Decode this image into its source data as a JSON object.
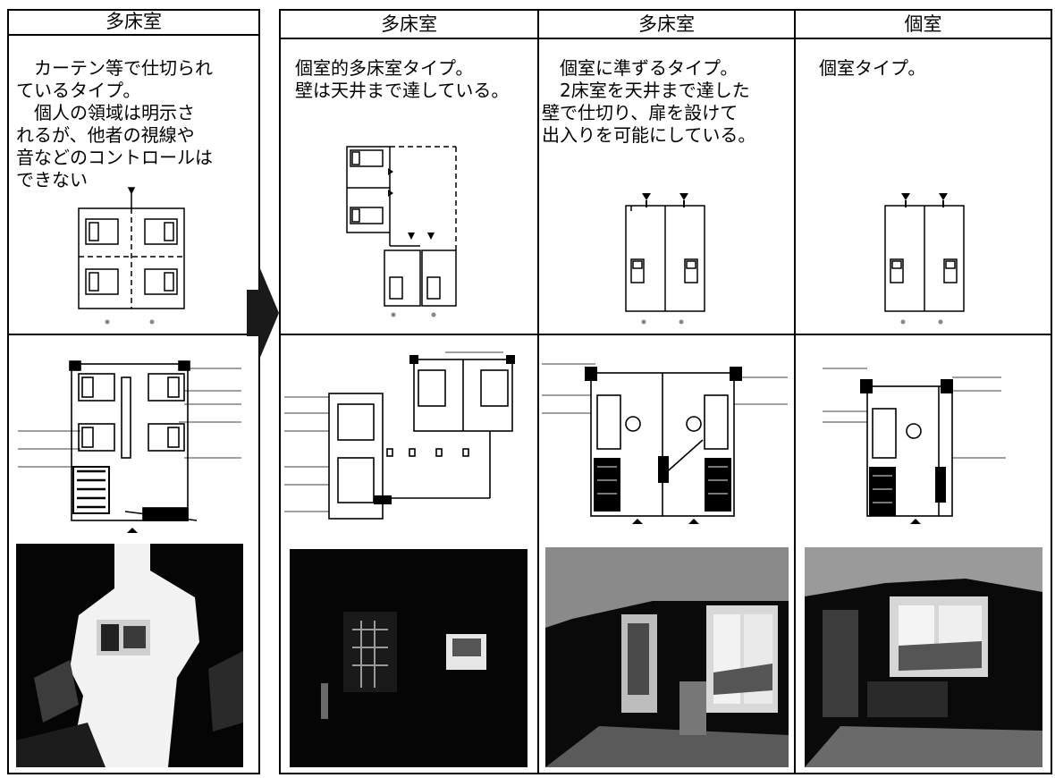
{
  "columns": [
    {
      "header": "多床室",
      "description": "　カーテン等で仕切られ\nているタイプ。\n　個人の領域は明示さ\nれるが、他者の視線や\n音などのコントロールは\nできない"
    },
    {
      "header": "多床室",
      "description": "個室的多床室タイプ。\n壁は天井まで達している。"
    },
    {
      "header": "多床室",
      "description": "　個室に準ずるタイプ。\n　2床室を天井まで達した\n壁で仕切り、扉を設けて\n出入りを可能にしている。"
    },
    {
      "header": "個室",
      "description": "個室タイプ。"
    }
  ],
  "colors": {
    "line": "#000000",
    "background": "#ffffff",
    "photo": "#050505",
    "arrow": "#1a1a1a"
  },
  "icons": [
    "arrow-right-icon"
  ]
}
